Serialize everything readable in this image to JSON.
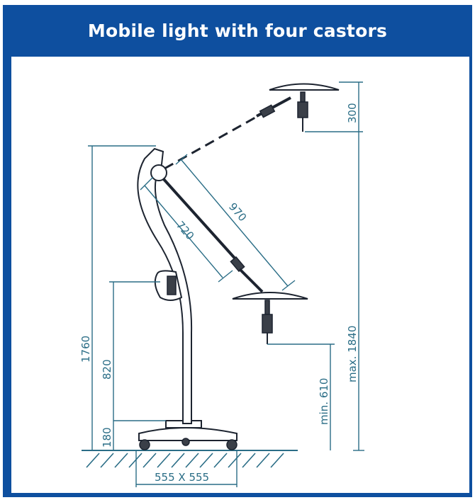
{
  "header": {
    "title": "Mobile light with four castors"
  },
  "dimensions": {
    "overall_height": "1760",
    "handle_height": "820",
    "base_height": "180",
    "head_height": "300",
    "arm_inner": "720",
    "arm_outer": "970",
    "min_height": "min. 610",
    "max_height": "max. 1840",
    "base_size": "555 X 555"
  },
  "colors": {
    "frame": "#0e4f9f",
    "dimension_lines": "#2a6d86",
    "drawing": "#1d2430"
  }
}
